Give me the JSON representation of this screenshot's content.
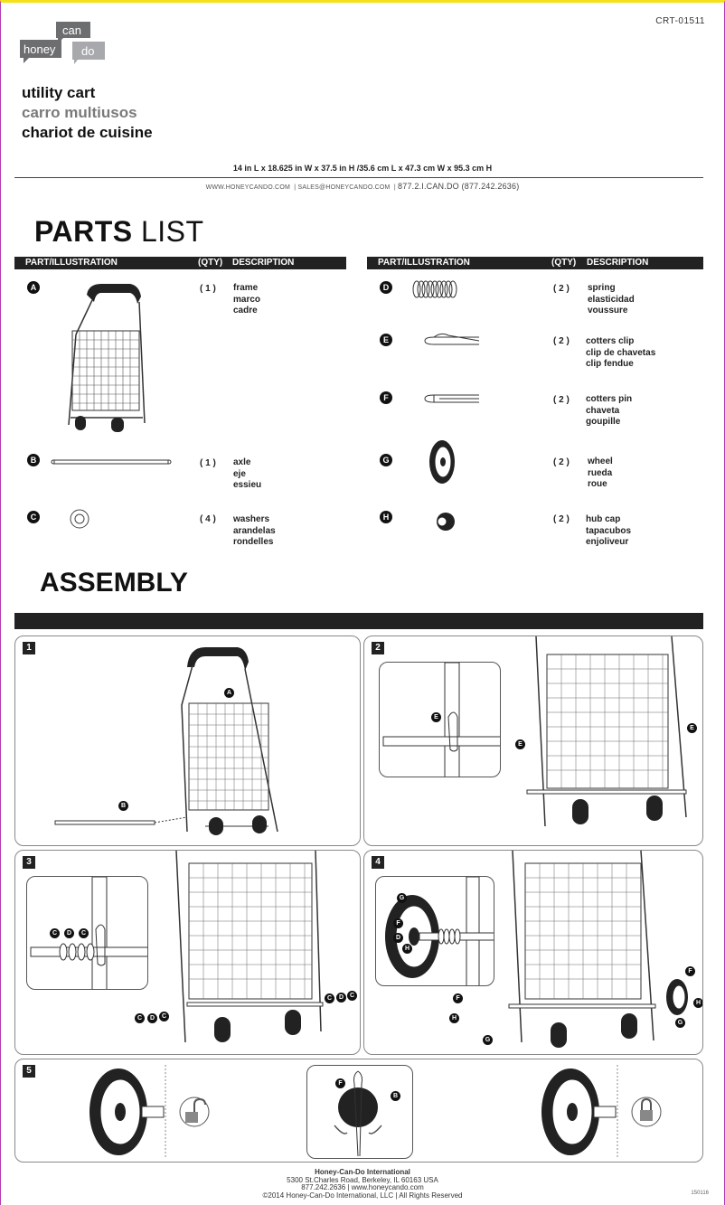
{
  "document_code": "CRT-01511",
  "brand": {
    "word1": "can",
    "word2": "honey",
    "word3": "do"
  },
  "product_title": {
    "en": "utility cart",
    "es": "carro multiusos",
    "fr": "chariot de cuisine"
  },
  "dimensions": "14 in L x 18.625 in W x 37.5 in H /35.6 cm L x 47.3 cm W x 95.3 cm H",
  "contact": {
    "website": "WWW.HONEYCANDO.COM",
    "email": "SALES@HONEYCANDO.COM",
    "phone": "877.2.I.CAN.DO (877.242.2636)"
  },
  "parts_heading": {
    "bold": "PARTS",
    "light": " LIST"
  },
  "table_headers": {
    "part": "PART/ILLUSTRATION",
    "qty": "(QTY)",
    "desc": "DESCRIPTION"
  },
  "parts": [
    {
      "letter": "A",
      "qty": "( 1 )",
      "names": [
        "frame",
        "marco",
        "cadre"
      ]
    },
    {
      "letter": "B",
      "qty": "( 1 )",
      "names": [
        "axle",
        "eje",
        "essieu"
      ]
    },
    {
      "letter": "C",
      "qty": "( 4 )",
      "names": [
        "washers",
        "arandelas",
        "rondelles"
      ]
    },
    {
      "letter": "D",
      "qty": "( 2 )",
      "names": [
        "spring",
        "elasticidad",
        "voussure"
      ]
    },
    {
      "letter": "E",
      "qty": "( 2 )",
      "names": [
        "cotters clip",
        "clip de chavetas",
        "clip fendue"
      ]
    },
    {
      "letter": "F",
      "qty": "( 2 )",
      "names": [
        "cotters pin",
        "chaveta",
        "goupille"
      ]
    },
    {
      "letter": "G",
      "qty": "( 2 )",
      "names": [
        "wheel",
        "rueda",
        "roue"
      ]
    },
    {
      "letter": "H",
      "qty": "( 2 )",
      "names": [
        "hub cap",
        "tapacubos",
        "enjoliveur"
      ]
    }
  ],
  "assembly_heading": "ASSEMBLY",
  "steps": [
    "1",
    "2",
    "3",
    "4",
    "5"
  ],
  "callouts": {
    "A": "A",
    "B": "B",
    "C": "C",
    "D": "D",
    "E": "E",
    "F": "F",
    "G": "G",
    "H": "H"
  },
  "footer": {
    "company": "Honey-Can-Do International",
    "address": "5300 St.Charles Road, Berkeley, IL 60163 USA",
    "phone_web": "877.242.2636 | www.honeycando.com",
    "copyright": "©2014 Honey-Can-Do International, LLC | All Rights Reserved",
    "code": "150116"
  }
}
